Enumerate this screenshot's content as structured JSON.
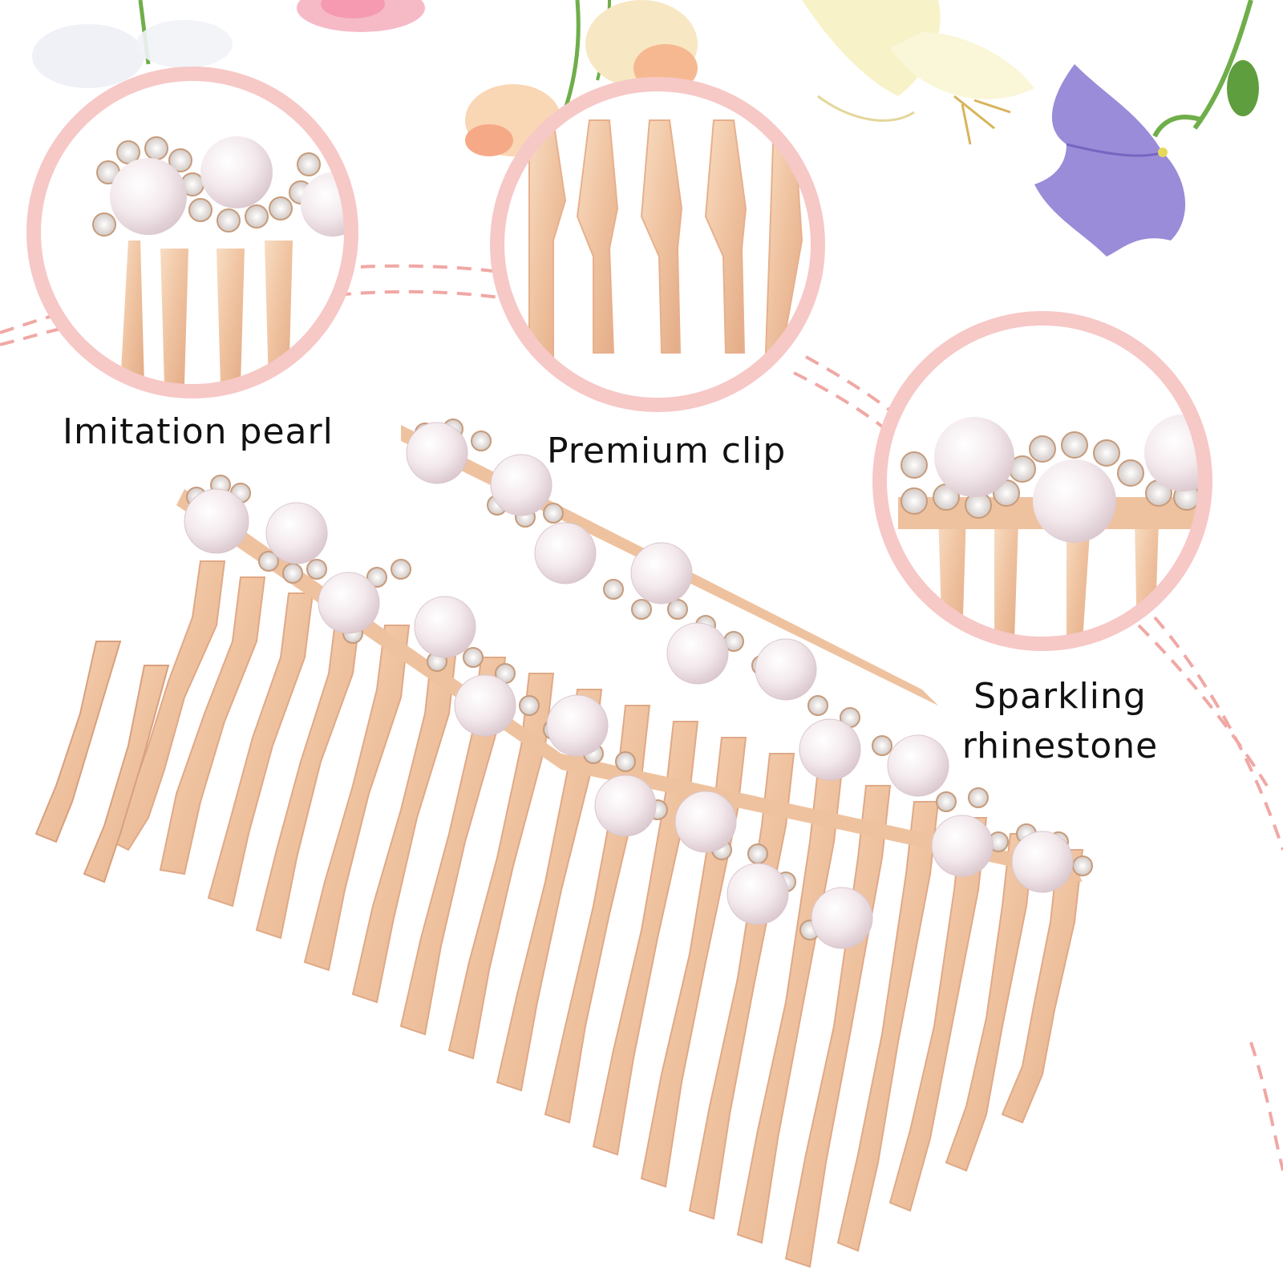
{
  "callouts": {
    "pearl": "Imitation pearl",
    "clip": "Premium clip",
    "rhinestone_line1": "Sparkling",
    "rhinestone_line2": "rhinestone"
  },
  "colors": {
    "background": "#ffffff",
    "ring_pink": "#f6c8c6",
    "dash_pink": "#f0a8a5",
    "rose_gold": "#f2c9a8",
    "rose_gold_shadow": "#d9a07e",
    "pearl": "#f6eef0",
    "crystal": "#e9e4e2",
    "petal_purple": "#9a8cd8",
    "petal_cream": "#f8f2c8",
    "petal_peach": "#f6b890",
    "petal_pink": "#f4aebd",
    "leaf_green": "#6fae4a"
  },
  "icons": [
    "flower-decoration",
    "comb-illustration",
    "pearl-bead",
    "rhinestone-crystal"
  ]
}
